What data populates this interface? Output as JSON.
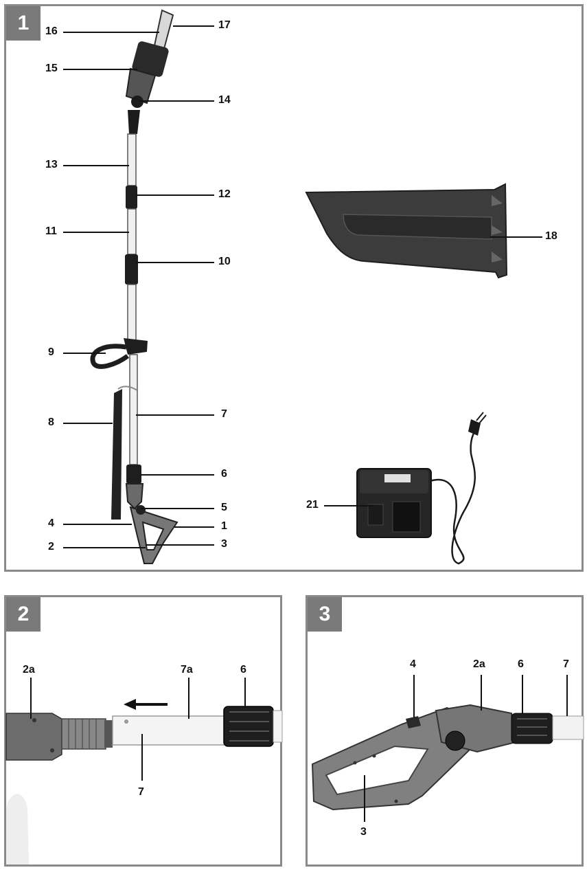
{
  "panels": [
    {
      "number": "1"
    },
    {
      "number": "2"
    },
    {
      "number": "3"
    }
  ],
  "fig1_labels": {
    "l1": "1",
    "l2": "2",
    "l3": "3",
    "l4": "4",
    "l5": "5",
    "l6": "6",
    "l7": "7",
    "l8": "8",
    "l9": "9",
    "l10": "10",
    "l11": "11",
    "l12": "12",
    "l13": "13",
    "l14": "14",
    "l15": "15",
    "l16": "16",
    "l17": "17",
    "l18": "18",
    "l21": "21"
  },
  "fig2_labels": {
    "l2a": "2a",
    "l7a": "7a",
    "l6": "6",
    "l7": "7"
  },
  "fig3_labels": {
    "l4": "4",
    "l2a": "2a",
    "l6": "6",
    "l7": "7",
    "l3": "3"
  },
  "icons": [
    "arrow-left-icon"
  ],
  "colors": {
    "border": "#8a8a8a",
    "badge": "#7a7a7a"
  }
}
